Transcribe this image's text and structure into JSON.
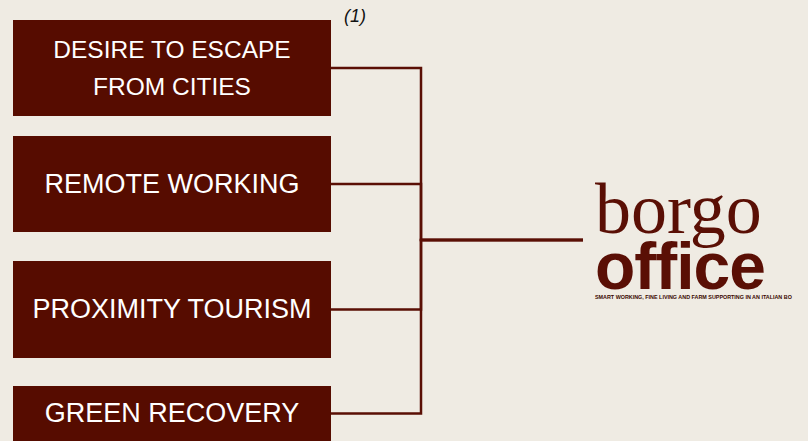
{
  "diagram": {
    "nodes": [
      {
        "text": [
          "DESIRE TO ESCAPE FROM CITIES"
        ]
      },
      {
        "text": [
          "REMOTE WORKING"
        ]
      },
      {
        "text": [
          "PROXIMITY TOURISM"
        ]
      },
      {
        "text": [
          "GREEN RECOVERY"
        ]
      },
      {
        "text": [
          "borgo",
          "office",
          "SMART WORKING, FINE LIVING AND FARM SUPPORTING IN AN ITALIAN BO"
        ]
      }
    ],
    "edges": [
      {
        "from": 0,
        "to": 4,
        "arrow": "none"
      },
      {
        "from": 1,
        "to": 4,
        "arrow": "none"
      },
      {
        "from": 2,
        "to": 4,
        "arrow": "none"
      },
      {
        "from": 3,
        "to": 4,
        "arrow": "none"
      }
    ],
    "labels": [
      "(1)"
    ]
  }
}
